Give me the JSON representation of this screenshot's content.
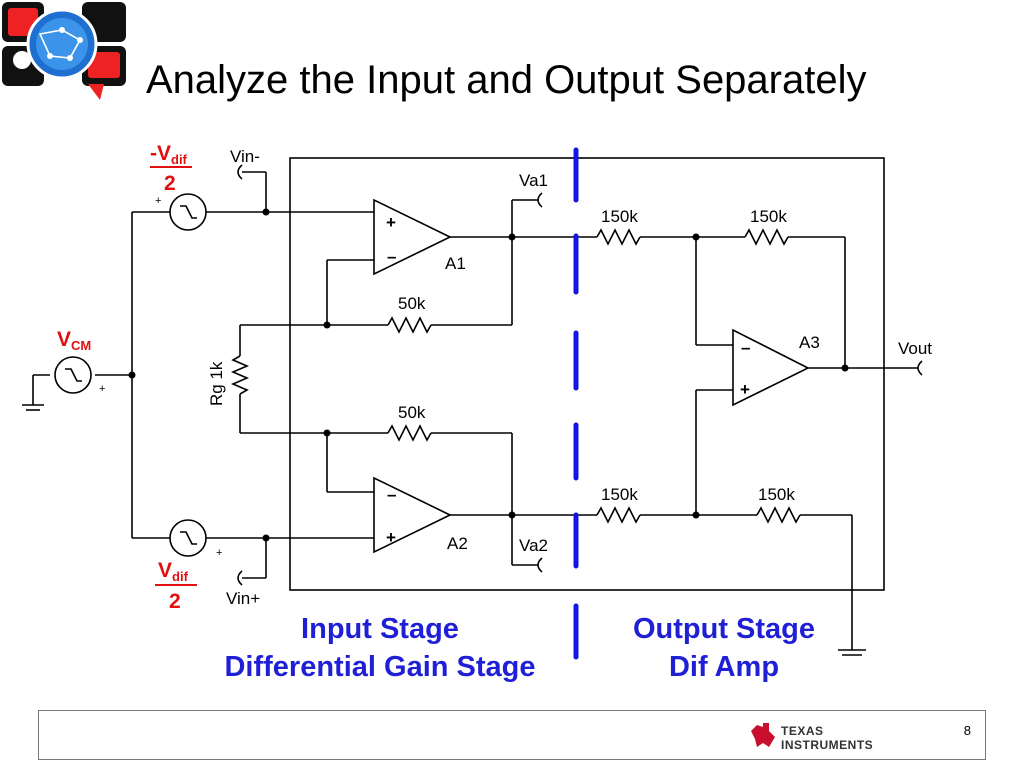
{
  "title": "Analyze the Input and Output Separately",
  "schematic": {
    "vin_minus": "Vin-",
    "vin_plus": "Vin+",
    "va1": "Va1",
    "va2": "Va2",
    "vout": "Vout",
    "a1": "A1",
    "a2": "A2",
    "a3": "A3",
    "r_top_left": "150k",
    "r_top_right": "150k",
    "r_bot_left": "150k",
    "r_bot_right": "150k",
    "r_fb_top": "50k",
    "r_fb_bot": "50k",
    "rg": "Rg 1k",
    "vdif_neg_num": "-V",
    "vdif_neg_sub": "dif",
    "vdif_neg_den": "2",
    "vdif_pos_num": "V",
    "vdif_pos_sub": "dif",
    "vdif_pos_den": "2",
    "vcm_main": "V",
    "vcm_sub": "CM",
    "plus": "+",
    "minus": "–"
  },
  "stages": {
    "input_line1": "Input Stage",
    "input_line2": "Differential Gain Stage",
    "output_line1": "Output Stage",
    "output_line2": "Dif Amp"
  },
  "footer": {
    "page_number": "8",
    "brand_line1": "Texas",
    "brand_line2": "Instruments"
  },
  "colors": {
    "accent_red": "#e01010",
    "stage_blue": "#1f1fd6",
    "divider_blue": "#1414e6"
  }
}
